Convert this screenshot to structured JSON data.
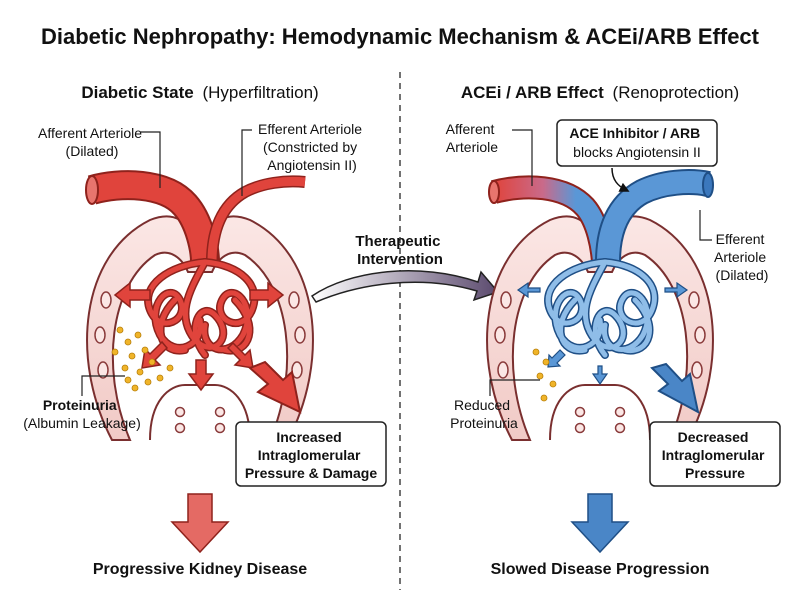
{
  "title": "Diabetic Nephropathy: Hemodynamic Mechanism & ACEi/ARB Effect",
  "left_panel": {
    "heading_bold": "Diabetic State",
    "heading_normal": "(Hyperfiltration)",
    "afferent": [
      "Afferent Arteriole",
      "(Dilated)"
    ],
    "efferent": [
      "Efferent Arteriole",
      "(Constricted by",
      "Angiotensin II)"
    ],
    "proteinuria_bold": "Proteinuria",
    "proteinuria_sub": "(Albumin Leakage)",
    "box": [
      "Increased",
      "Intraglomerular",
      "Pressure & Damage"
    ],
    "outcome": "Progressive Kidney Disease"
  },
  "middle": {
    "therapy": [
      "Therapeutic",
      "Intervention"
    ]
  },
  "right_panel": {
    "heading_bold": "ACEi / ARB Effect",
    "heading_normal": "(Renoprotection)",
    "afferent": [
      "Afferent",
      "Arteriole"
    ],
    "inhibitor_box_bold": "ACE Inhibitor / ARB",
    "inhibitor_box_sub": "blocks Angiotensin II",
    "efferent": [
      "Efferent",
      "Arteriole",
      "(Dilated)"
    ],
    "proteinuria": [
      "Reduced",
      "Proteinuria"
    ],
    "box": [
      "Decreased",
      "Intraglomerular",
      "Pressure"
    ],
    "outcome": "Slowed Disease Progression"
  },
  "colors": {
    "arterial_red": "#e0443c",
    "dark_red": "#b52a22",
    "vessel_blue": "#5a97d6",
    "dark_blue": "#2f6fb3",
    "capsule_pink": "#f4d2d0",
    "albumin": "#f0b429",
    "outcome_red": "#e46a64",
    "outcome_blue": "#4a86c7"
  }
}
